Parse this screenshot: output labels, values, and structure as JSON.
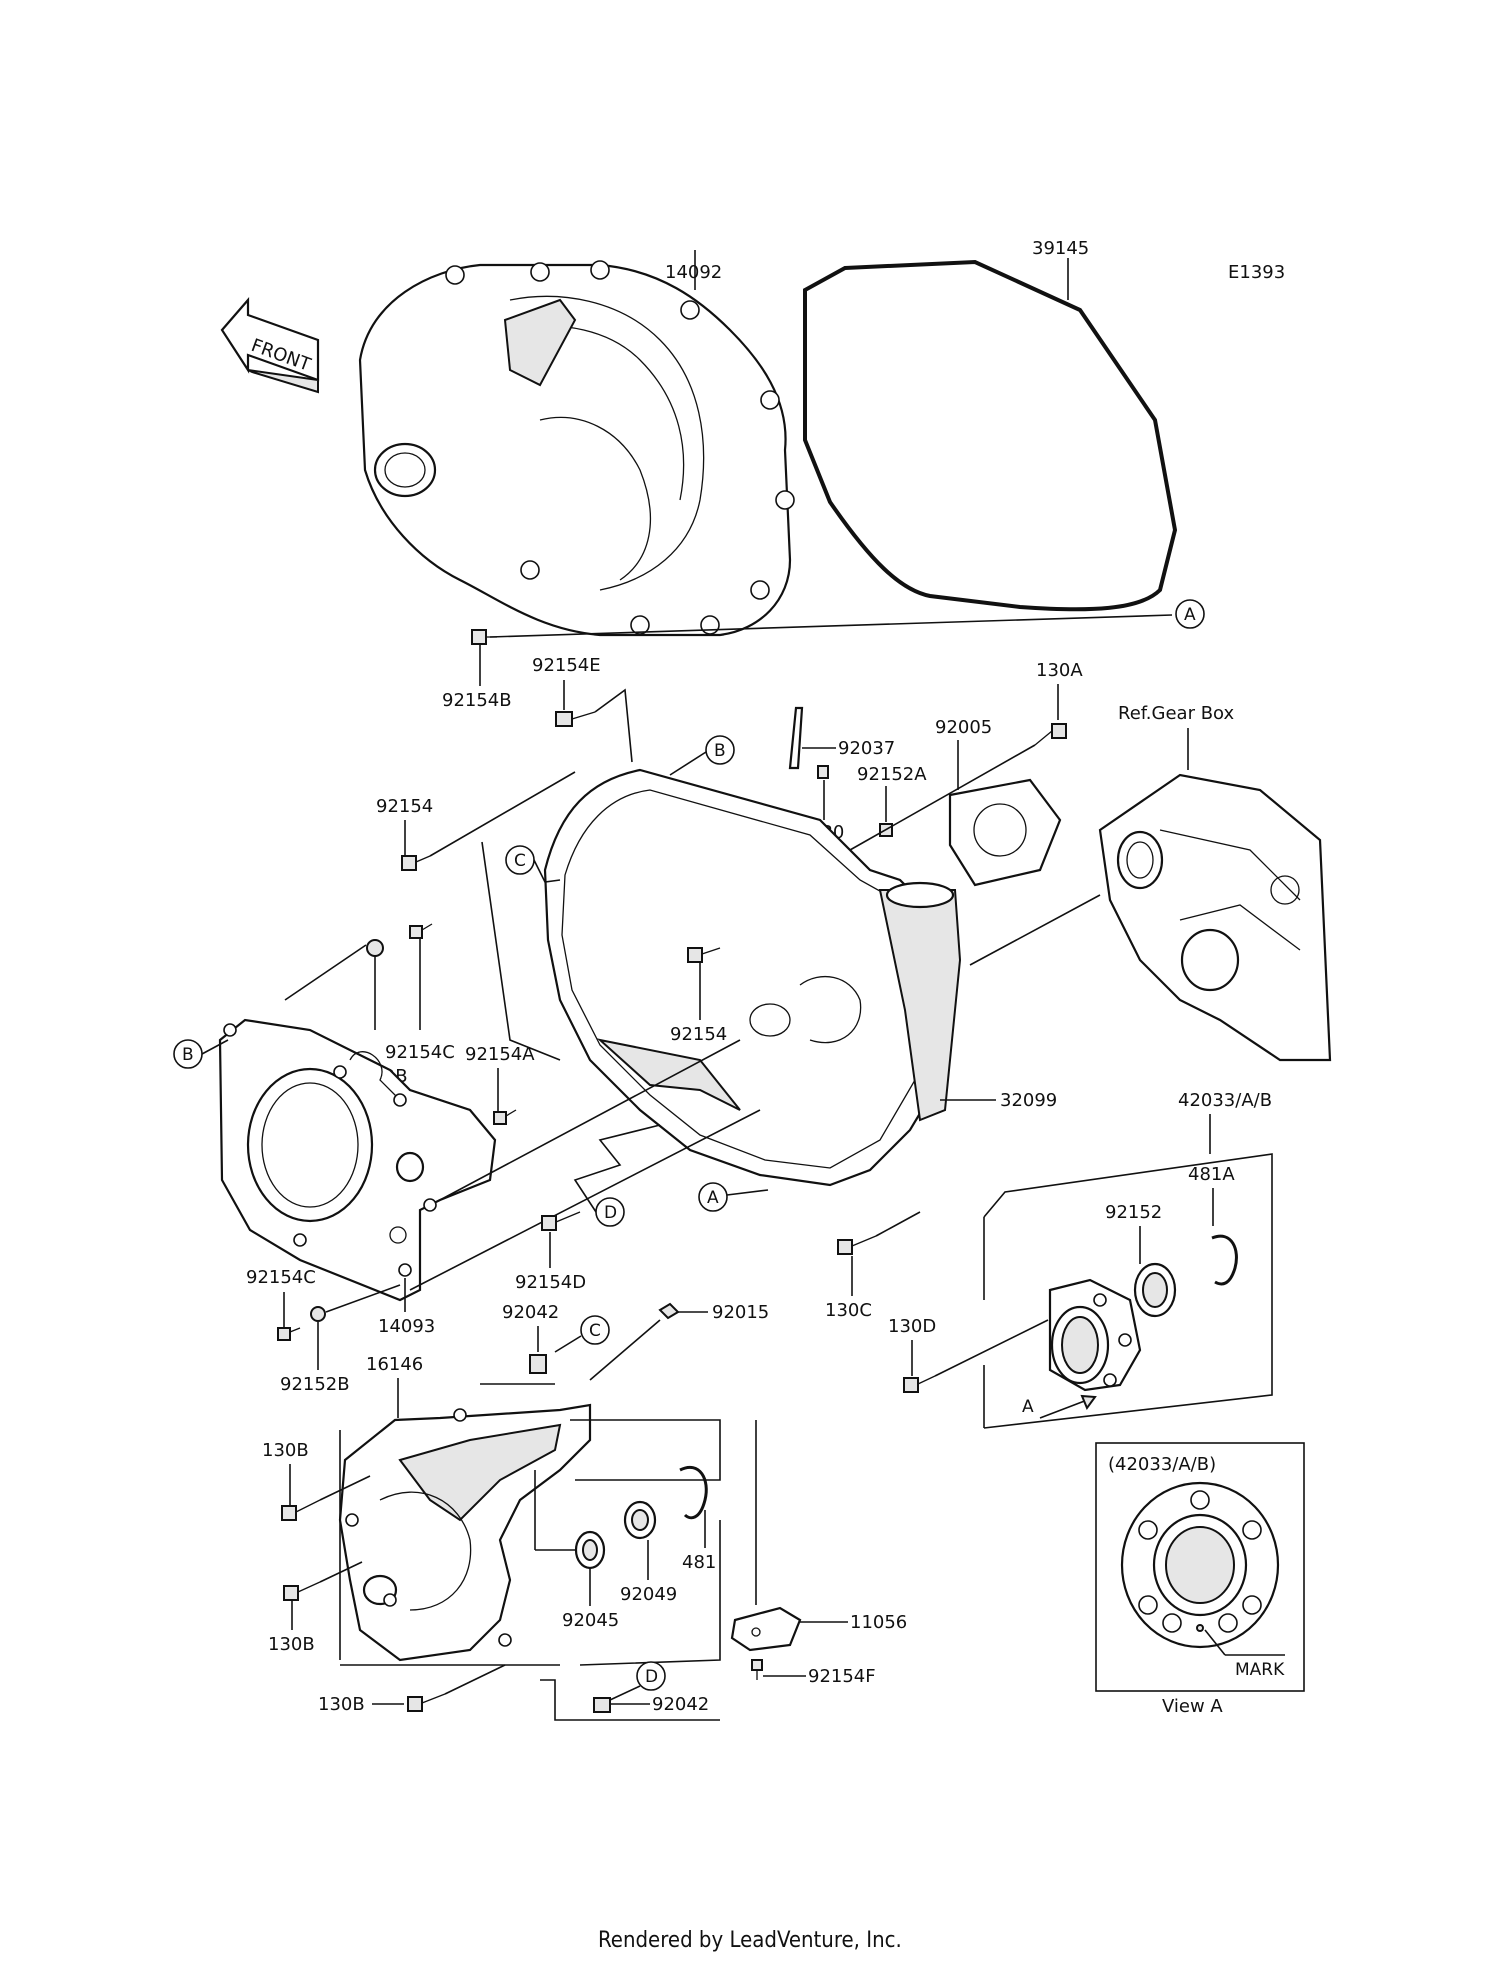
{
  "diagram_id": "E1393",
  "front_label": "FRONT",
  "footer": "Rendered by LeadVenture, Inc.",
  "ref_label": "Ref.Gear Box",
  "view_a": {
    "title": "(42033/A/B)",
    "caption": "View A",
    "mark_label": "MARK"
  },
  "callouts": {
    "a1": "A",
    "a2": "A",
    "a_arrow": "A",
    "b1": "B",
    "b2": "B",
    "c1": "C",
    "c2": "C",
    "d1": "D",
    "d2": "D"
  },
  "parts": {
    "p14092": "14092",
    "p39145": "39145",
    "p92154B": "92154B",
    "p92154E": "92154E",
    "p92037": "92037",
    "p92005": "92005",
    "p130A": "130A",
    "p92152A": "92152A",
    "p130": "130",
    "p92154_a": "92154",
    "p92154_b": "92154",
    "p92154C_a": "92154C",
    "p92152B_a": "92152B",
    "p92154A": "92154A",
    "p32099": "32099",
    "p42033": "42033/A/B",
    "p481A": "481A",
    "p92152": "92152",
    "p92154D": "92154D",
    "p130C": "130C",
    "p130D": "130D",
    "p92154C_b": "92154C",
    "p14093": "14093",
    "p92152B_b": "92152B",
    "p92042_a": "92042",
    "p92015": "92015",
    "p16146": "16146",
    "p130B_a": "130B",
    "p130B_b": "130B",
    "p130B_c": "130B",
    "p92045": "92045",
    "p92049": "92049",
    "p481": "481",
    "p11056": "11056",
    "p92154F": "92154F",
    "p92042_b": "92042"
  }
}
